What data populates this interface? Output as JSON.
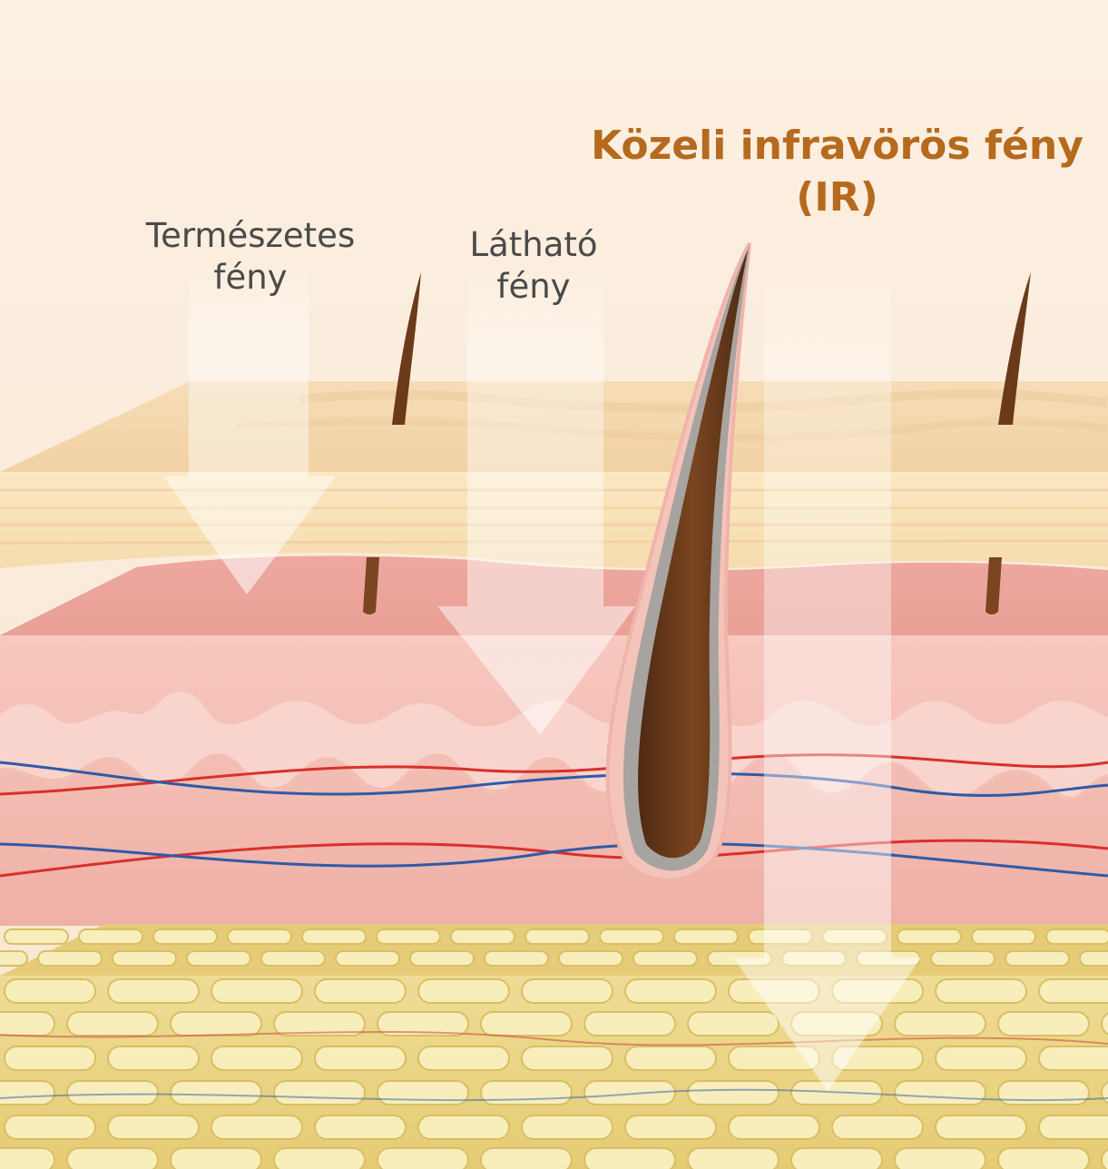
{
  "labels": {
    "natural_light": {
      "line1": "Természetes",
      "line2": "fény"
    },
    "visible_light": {
      "line1": "Látható",
      "line2": "fény"
    },
    "near_ir": {
      "line1": "Közeli infravörös fény",
      "line2": "(IR)"
    }
  },
  "colors": {
    "background": "#fbeee0",
    "label_text": "#4a4a4a",
    "ir_label": "#b66a1e",
    "epidermis": "#f8e2b8",
    "dermis": "#f2b6ac",
    "subcutis_fat": "#e9d27e",
    "fat_cell": "#f8eebc",
    "hair": "#6b3a1a",
    "artery": "#d9302b",
    "vein": "#2f5aa8",
    "arrow": "#ffffff"
  }
}
